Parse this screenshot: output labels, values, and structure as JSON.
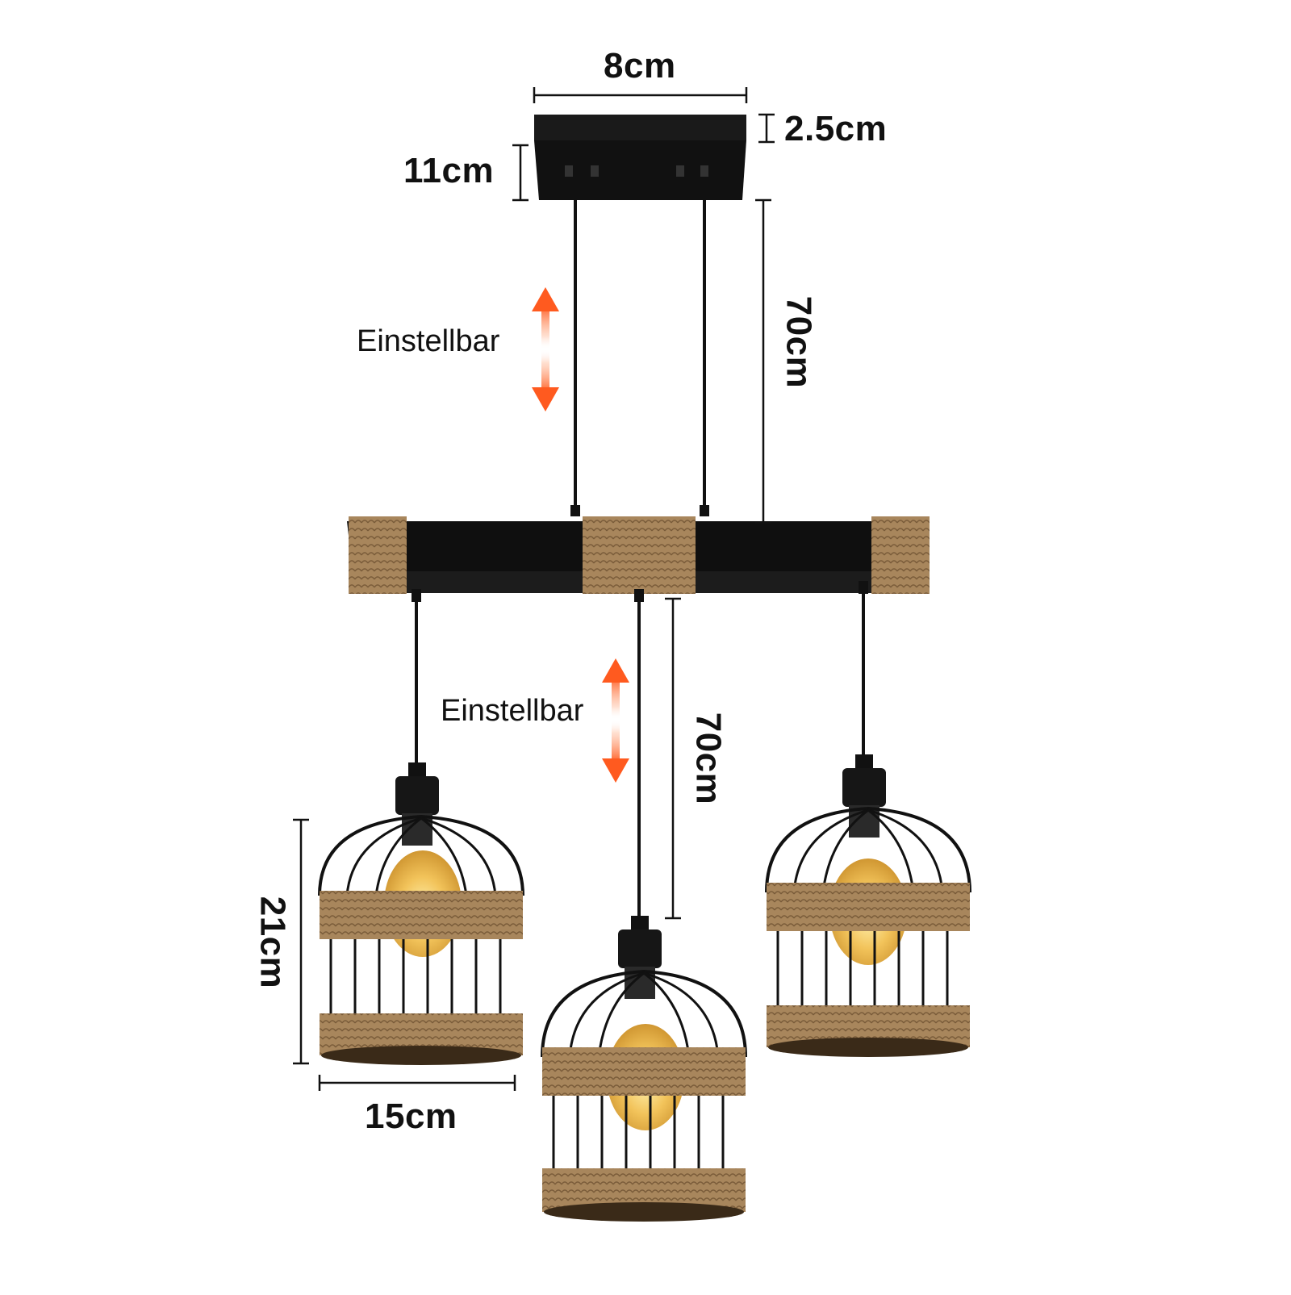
{
  "colors": {
    "metal": "#141414",
    "rope": "#a8865c",
    "rope_dark": "#7a5c3a",
    "bulb": "#f2c35a",
    "arrow": "#ff5a1f",
    "dimension": "#111111"
  },
  "icons": {
    "adjust_arrow": "orange-gradient-double-arrow-icon"
  },
  "dimensions": {
    "canopy_width": "8cm",
    "canopy_height": "2.5cm",
    "canopy_depth": "11cm",
    "upper_cable_length": "70cm",
    "lower_cable_length": "70cm",
    "shade_height": "21cm",
    "shade_width": "15cm"
  },
  "annotations": {
    "upper_adjustable": "Einstellbar",
    "lower_adjustable": "Einstellbar"
  }
}
